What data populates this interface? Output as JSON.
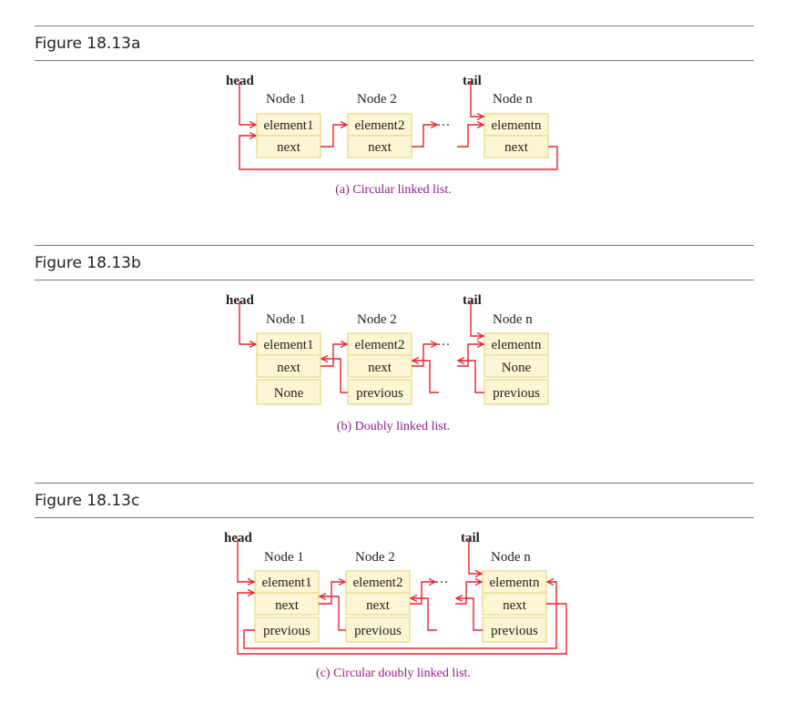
{
  "figures": [
    {
      "title": "Figure 18.13a",
      "head_label": "head",
      "tail_label": "tail",
      "nodes": [
        {
          "name": "Node 1",
          "cells": [
            "element1",
            "next"
          ]
        },
        {
          "name": "Node 2",
          "cells": [
            "element2",
            "next"
          ]
        },
        {
          "name": "Node n",
          "cells": [
            "elementn",
            "next"
          ]
        }
      ],
      "ellipsis": "···",
      "caption": "(a) Circular linked list."
    },
    {
      "title": "Figure 18.13b",
      "head_label": "head",
      "tail_label": "tail",
      "nodes": [
        {
          "name": "Node 1",
          "cells": [
            "element1",
            "next",
            "None"
          ]
        },
        {
          "name": "Node 2",
          "cells": [
            "element2",
            "next",
            "previous"
          ]
        },
        {
          "name": "Node n",
          "cells": [
            "elementn",
            "None",
            "previous"
          ]
        }
      ],
      "ellipsis": "···",
      "caption": "(b) Doubly linked list."
    },
    {
      "title": "Figure 18.13c",
      "head_label": "head",
      "tail_label": "tail",
      "nodes": [
        {
          "name": "Node 1",
          "cells": [
            "element1",
            "next",
            "previous"
          ]
        },
        {
          "name": "Node 2",
          "cells": [
            "element2",
            "next",
            "previous"
          ]
        },
        {
          "name": "Node n",
          "cells": [
            "elementn",
            "next",
            "previous"
          ]
        }
      ],
      "ellipsis": "···",
      "caption": "(c) Circular doubly linked list."
    }
  ],
  "colors": {
    "arrow": "#e8232b",
    "cell_fill": "#fdf5d3",
    "cell_border": "#eadf96",
    "caption": "#8c1e8c"
  }
}
